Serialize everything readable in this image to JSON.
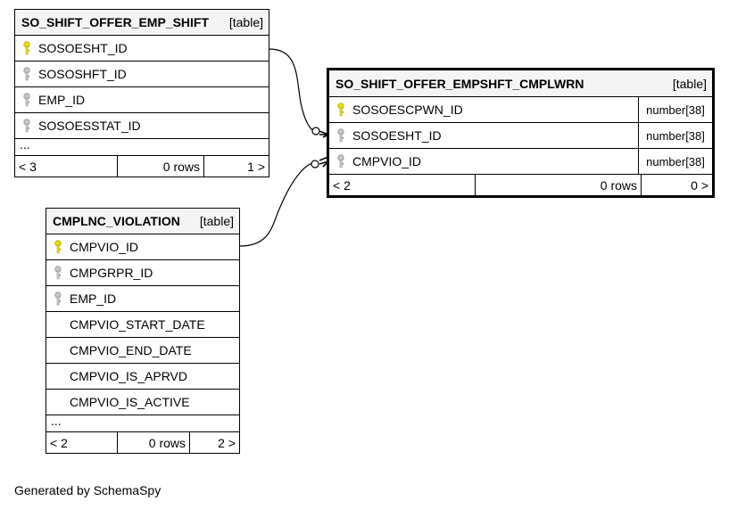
{
  "colors": {
    "primary_key": "#e8e000",
    "foreign_key": "#a0a0a0",
    "header_bg": "#f4f4f4"
  },
  "tables": {
    "emp_shift": {
      "name": "SO_SHIFT_OFFER_EMP_SHIFT",
      "tag": "[table]",
      "columns": [
        {
          "name": "SOSOESHT_ID",
          "key_icon": "primary-key-icon"
        },
        {
          "name": "SOSOSHFT_ID",
          "key_icon": "foreign-key-icon"
        },
        {
          "name": "EMP_ID",
          "key_icon": "foreign-key-icon"
        },
        {
          "name": "SOSOESSTAT_ID",
          "key_icon": "foreign-key-icon"
        }
      ],
      "ellipsis": "...",
      "footer": {
        "prev": "< 3",
        "rows": "0 rows",
        "next": "1 >"
      }
    },
    "cmplwrn": {
      "name": "SO_SHIFT_OFFER_EMPSHFT_CMPLWRN",
      "tag": "[table]",
      "columns": [
        {
          "name": "SOSOESCPWN_ID",
          "type": "number[38]",
          "key_icon": "primary-key-icon"
        },
        {
          "name": "SOSOESHT_ID",
          "type": "number[38]",
          "key_icon": "foreign-key-icon"
        },
        {
          "name": "CMPVIO_ID",
          "type": "number[38]",
          "key_icon": "foreign-key-icon"
        }
      ],
      "footer": {
        "prev": "< 2",
        "rows": "0 rows",
        "next": "0 >"
      }
    },
    "violation": {
      "name": "CMPLNC_VIOLATION",
      "tag": "[table]",
      "columns": [
        {
          "name": "CMPVIO_ID",
          "key_icon": "primary-key-icon"
        },
        {
          "name": "CMPGRPR_ID",
          "key_icon": "foreign-key-icon"
        },
        {
          "name": "EMP_ID",
          "key_icon": "foreign-key-icon"
        },
        {
          "name": "CMPVIO_START_DATE",
          "key_icon": ""
        },
        {
          "name": "CMPVIO_END_DATE",
          "key_icon": ""
        },
        {
          "name": "CMPVIO_IS_APRVD",
          "key_icon": ""
        },
        {
          "name": "CMPVIO_IS_ACTIVE",
          "key_icon": ""
        }
      ],
      "ellipsis": "...",
      "footer": {
        "prev": "< 2",
        "rows": "0 rows",
        "next": "2 >"
      }
    }
  },
  "footer_text": "Generated by SchemaSpy"
}
